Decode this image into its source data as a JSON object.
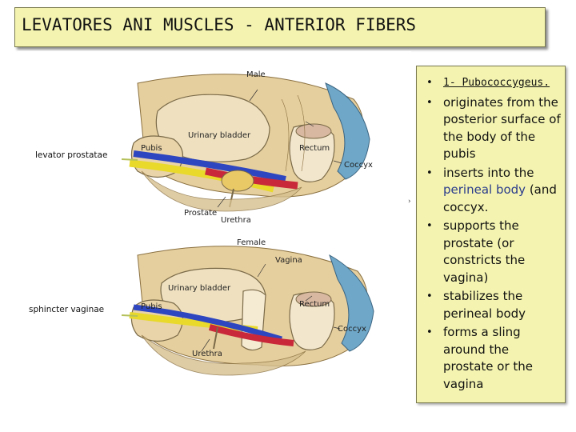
{
  "slide": {
    "title": "LEVATORES ANI MUSCLES - ANTERIOR FIBERS"
  },
  "figure": {
    "male": {
      "heading": "Male",
      "side_label": "levator prostatae",
      "labels": {
        "urinary_bladder": "Urinary bladder",
        "pubis": "Pubis",
        "rectum": "Rectum",
        "coccyx": "Coccyx",
        "prostate": "Prostate",
        "urethra": "Urethra"
      }
    },
    "female": {
      "heading": "Female",
      "side_label": "sphincter vaginae",
      "labels": {
        "vagina": "Vagina",
        "urinary_bladder": "Urinary bladder",
        "pubis": "Pubis",
        "rectum": "Rectum",
        "coccyx": "Coccyx",
        "urethra": "Urethra"
      }
    },
    "stray_mark": "›"
  },
  "notes": {
    "bullet_char": "•",
    "items": [
      {
        "text": "1- Pubococcygeus."
      },
      {
        "text": "originates from the posterior surface of the body of the pubis"
      },
      {
        "text_before": "inserts into the",
        "highlight": "perineal body",
        "text_after": "(and coccyx."
      },
      {
        "text": "supports the prostate (or constricts the vagina)"
      },
      {
        "text": "stabilizes the perineal body"
      },
      {
        "text": "forms a sling around the prostate or the vagina"
      }
    ]
  },
  "colors": {
    "title_bg": "#f4f4b0",
    "muscle_blue": "#2e46c0",
    "muscle_yellow": "#e8d92a",
    "muscle_red": "#c8283a",
    "levator_cyan": "#6ea7c8",
    "bone": "#e9d3a8",
    "highlight_text": "#2a3b8c"
  }
}
